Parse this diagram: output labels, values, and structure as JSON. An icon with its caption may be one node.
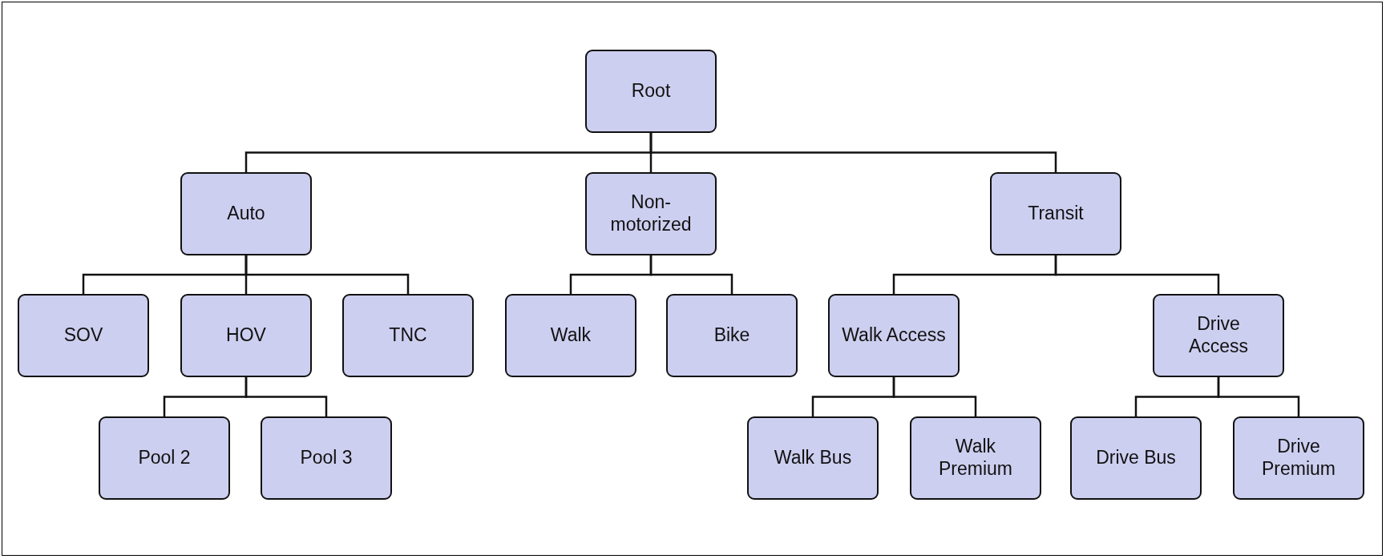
{
  "diagram": {
    "nodes": [
      {
        "text": [
          "Root"
        ]
      },
      {
        "text": [
          "Auto"
        ]
      },
      {
        "text": [
          "Non-motorized"
        ]
      },
      {
        "text": [
          "Transit"
        ]
      },
      {
        "text": [
          "SOV"
        ]
      },
      {
        "text": [
          "HOV"
        ]
      },
      {
        "text": [
          "TNC"
        ]
      },
      {
        "text": [
          "Walk"
        ]
      },
      {
        "text": [
          "Bike"
        ]
      },
      {
        "text": [
          "Walk Access"
        ]
      },
      {
        "text": [
          "Drive Access"
        ]
      },
      {
        "text": [
          "Pool 2"
        ]
      },
      {
        "text": [
          "Pool 3"
        ]
      },
      {
        "text": [
          "Walk Bus"
        ]
      },
      {
        "text": [
          "Walk Premium"
        ]
      },
      {
        "text": [
          "Drive Bus"
        ]
      },
      {
        "text": [
          "Drive Premium"
        ]
      }
    ],
    "edges": [
      {
        "from": 0,
        "to": 1,
        "arrow": "none"
      },
      {
        "from": 0,
        "to": 2,
        "arrow": "none"
      },
      {
        "from": 0,
        "to": 3,
        "arrow": "none"
      },
      {
        "from": 1,
        "to": 4,
        "arrow": "none"
      },
      {
        "from": 1,
        "to": 5,
        "arrow": "none"
      },
      {
        "from": 1,
        "to": 6,
        "arrow": "none"
      },
      {
        "from": 2,
        "to": 7,
        "arrow": "none"
      },
      {
        "from": 2,
        "to": 8,
        "arrow": "none"
      },
      {
        "from": 3,
        "to": 9,
        "arrow": "none"
      },
      {
        "from": 3,
        "to": 10,
        "arrow": "none"
      },
      {
        "from": 5,
        "to": 11,
        "arrow": "none"
      },
      {
        "from": 5,
        "to": 12,
        "arrow": "none"
      },
      {
        "from": 9,
        "to": 13,
        "arrow": "none"
      },
      {
        "from": 9,
        "to": 14,
        "arrow": "none"
      },
      {
        "from": 10,
        "to": 15,
        "arrow": "none"
      },
      {
        "from": 10,
        "to": 16,
        "arrow": "none"
      }
    ]
  }
}
